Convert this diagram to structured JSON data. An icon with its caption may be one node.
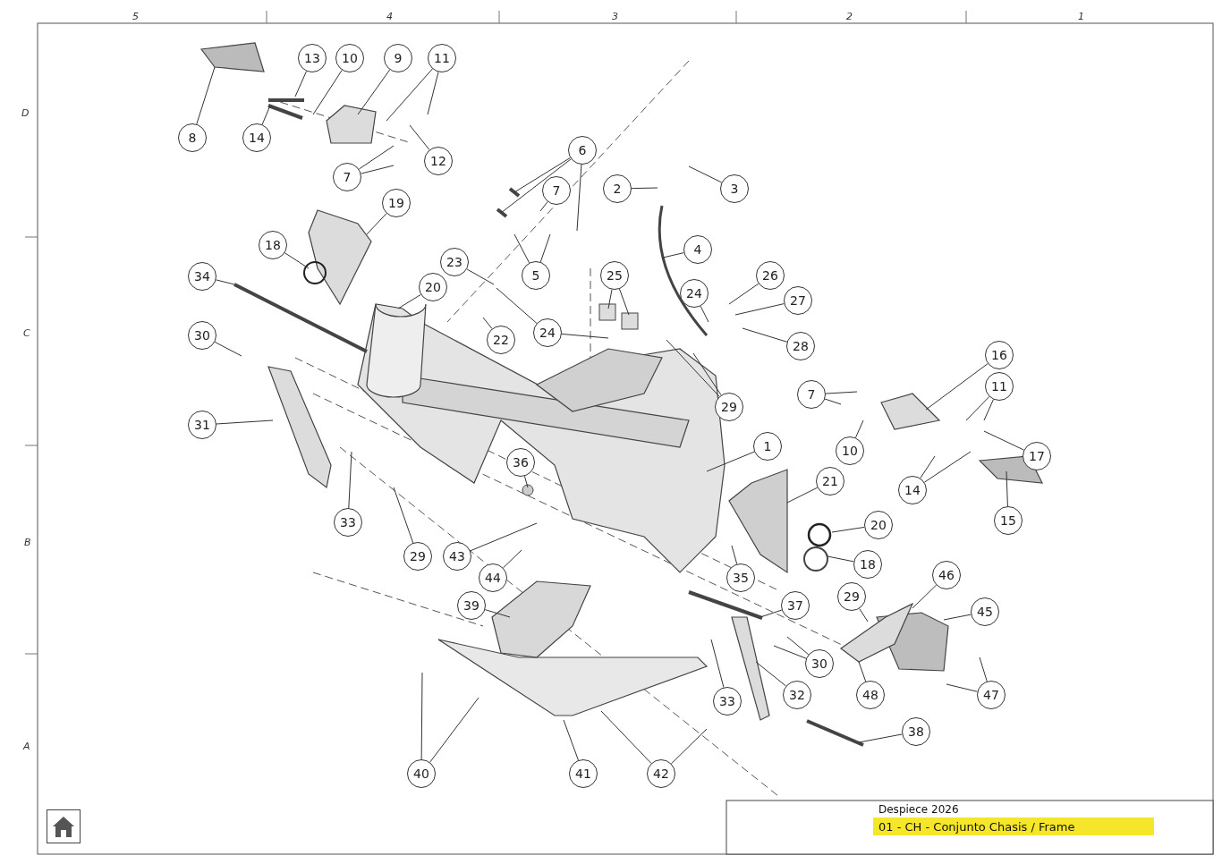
{
  "diagram": {
    "nodes": [
      {
        "text": [
          "13"
        ]
      },
      {
        "text": [
          "10"
        ]
      },
      {
        "text": [
          "9"
        ]
      },
      {
        "text": [
          "11"
        ]
      },
      {
        "text": [
          "8"
        ]
      },
      {
        "text": [
          "14"
        ]
      },
      {
        "text": [
          "12"
        ]
      },
      {
        "text": [
          "7"
        ]
      },
      {
        "text": [
          "6"
        ]
      },
      {
        "text": [
          "7"
        ]
      },
      {
        "text": [
          "2"
        ]
      },
      {
        "text": [
          "3"
        ]
      },
      {
        "text": [
          "19"
        ]
      },
      {
        "text": [
          "18"
        ]
      },
      {
        "text": [
          "4"
        ]
      },
      {
        "text": [
          "26"
        ]
      },
      {
        "text": [
          "23"
        ]
      },
      {
        "text": [
          "5"
        ]
      },
      {
        "text": [
          "25"
        ]
      },
      {
        "text": [
          "34"
        ]
      },
      {
        "text": [
          "20"
        ]
      },
      {
        "text": [
          "24"
        ]
      },
      {
        "text": [
          "27"
        ]
      },
      {
        "text": [
          "22"
        ]
      },
      {
        "text": [
          "24"
        ]
      },
      {
        "text": [
          "30"
        ]
      },
      {
        "text": [
          "28"
        ]
      },
      {
        "text": [
          "16"
        ]
      },
      {
        "text": [
          "7"
        ]
      },
      {
        "text": [
          "11"
        ]
      },
      {
        "text": [
          "29"
        ]
      },
      {
        "text": [
          "31"
        ]
      },
      {
        "text": [
          "1"
        ]
      },
      {
        "text": [
          "10"
        ]
      },
      {
        "text": [
          "17"
        ]
      },
      {
        "text": [
          "36"
        ]
      },
      {
        "text": [
          "21"
        ]
      },
      {
        "text": [
          "14"
        ]
      },
      {
        "text": [
          "15"
        ]
      },
      {
        "text": [
          "33"
        ]
      },
      {
        "text": [
          "20"
        ]
      },
      {
        "text": [
          "29"
        ]
      },
      {
        "text": [
          "43"
        ]
      },
      {
        "text": [
          "18"
        ]
      },
      {
        "text": [
          "44"
        ]
      },
      {
        "text": [
          "35"
        ]
      },
      {
        "text": [
          "46"
        ]
      },
      {
        "text": [
          "29"
        ]
      },
      {
        "text": [
          "39"
        ]
      },
      {
        "text": [
          "37"
        ]
      },
      {
        "text": [
          "45"
        ]
      },
      {
        "text": [
          "30"
        ]
      },
      {
        "text": [
          "33"
        ]
      },
      {
        "text": [
          "32"
        ]
      },
      {
        "text": [
          "48"
        ]
      },
      {
        "text": [
          "47"
        ]
      },
      {
        "text": [
          "38"
        ]
      },
      {
        "text": [
          "40"
        ]
      },
      {
        "text": [
          "41"
        ]
      },
      {
        "text": [
          "42"
        ]
      }
    ],
    "edges": [
      {
        "from": 0,
        "to": null,
        "arrow": "none"
      },
      {
        "from": 1,
        "to": null,
        "arrow": "none"
      },
      {
        "from": 2,
        "to": null,
        "arrow": "none"
      },
      {
        "from": 3,
        "to": null,
        "arrow": "none"
      },
      {
        "from": 3,
        "to": null,
        "arrow": "none"
      },
      {
        "from": 4,
        "to": null,
        "arrow": "none"
      },
      {
        "from": 5,
        "to": null,
        "arrow": "none"
      },
      {
        "from": 6,
        "to": null,
        "arrow": "none"
      },
      {
        "from": 7,
        "to": null,
        "arrow": "none"
      },
      {
        "from": 7,
        "to": null,
        "arrow": "none"
      },
      {
        "from": 8,
        "to": null,
        "arrow": "none"
      },
      {
        "from": 8,
        "to": null,
        "arrow": "none"
      },
      {
        "from": 8,
        "to": null,
        "arrow": "none"
      },
      {
        "from": 9,
        "to": null,
        "arrow": "none"
      },
      {
        "from": 10,
        "to": null,
        "arrow": "none"
      },
      {
        "from": 11,
        "to": null,
        "arrow": "none"
      },
      {
        "from": 12,
        "to": null,
        "arrow": "none"
      },
      {
        "from": 13,
        "to": null,
        "arrow": "none"
      },
      {
        "from": 14,
        "to": null,
        "arrow": "none"
      },
      {
        "from": 15,
        "to": null,
        "arrow": "none"
      },
      {
        "from": 16,
        "to": null,
        "arrow": "none"
      },
      {
        "from": 17,
        "to": null,
        "arrow": "none"
      },
      {
        "from": 17,
        "to": null,
        "arrow": "none"
      },
      {
        "from": 18,
        "to": null,
        "arrow": "none"
      },
      {
        "from": 18,
        "to": null,
        "arrow": "none"
      },
      {
        "from": 19,
        "to": null,
        "arrow": "none"
      },
      {
        "from": 20,
        "to": null,
        "arrow": "none"
      },
      {
        "from": 21,
        "to": null,
        "arrow": "none"
      },
      {
        "from": 22,
        "to": null,
        "arrow": "none"
      },
      {
        "from": 23,
        "to": null,
        "arrow": "none"
      },
      {
        "from": 24,
        "to": null,
        "arrow": "none"
      },
      {
        "from": 24,
        "to": null,
        "arrow": "none"
      },
      {
        "from": 25,
        "to": null,
        "arrow": "none"
      },
      {
        "from": 26,
        "to": null,
        "arrow": "none"
      },
      {
        "from": 27,
        "to": null,
        "arrow": "none"
      },
      {
        "from": 28,
        "to": null,
        "arrow": "none"
      },
      {
        "from": 28,
        "to": null,
        "arrow": "none"
      },
      {
        "from": 29,
        "to": null,
        "arrow": "none"
      },
      {
        "from": 29,
        "to": null,
        "arrow": "none"
      },
      {
        "from": 30,
        "to": null,
        "arrow": "none"
      },
      {
        "from": 30,
        "to": null,
        "arrow": "none"
      },
      {
        "from": 31,
        "to": null,
        "arrow": "none"
      },
      {
        "from": 32,
        "to": null,
        "arrow": "none"
      },
      {
        "from": 33,
        "to": null,
        "arrow": "none"
      },
      {
        "from": 34,
        "to": null,
        "arrow": "none"
      },
      {
        "from": 35,
        "to": null,
        "arrow": "none"
      },
      {
        "from": 36,
        "to": null,
        "arrow": "none"
      },
      {
        "from": 37,
        "to": null,
        "arrow": "none"
      },
      {
        "from": 37,
        "to": null,
        "arrow": "none"
      },
      {
        "from": 38,
        "to": null,
        "arrow": "none"
      },
      {
        "from": 39,
        "to": null,
        "arrow": "none"
      },
      {
        "from": 40,
        "to": null,
        "arrow": "none"
      },
      {
        "from": 41,
        "to": null,
        "arrow": "none"
      },
      {
        "from": 42,
        "to": null,
        "arrow": "none"
      },
      {
        "from": 43,
        "to": null,
        "arrow": "none"
      },
      {
        "from": 44,
        "to": null,
        "arrow": "none"
      },
      {
        "from": 45,
        "to": null,
        "arrow": "none"
      },
      {
        "from": 46,
        "to": null,
        "arrow": "none"
      },
      {
        "from": 47,
        "to": null,
        "arrow": "none"
      },
      {
        "from": 48,
        "to": null,
        "arrow": "none"
      },
      {
        "from": 49,
        "to": null,
        "arrow": "none"
      },
      {
        "from": 50,
        "to": null,
        "arrow": "none"
      },
      {
        "from": 51,
        "to": null,
        "arrow": "none"
      },
      {
        "from": 51,
        "to": null,
        "arrow": "none"
      },
      {
        "from": 52,
        "to": null,
        "arrow": "none"
      },
      {
        "from": 53,
        "to": null,
        "arrow": "none"
      },
      {
        "from": 54,
        "to": null,
        "arrow": "none"
      },
      {
        "from": 55,
        "to": null,
        "arrow": "none"
      },
      {
        "from": 55,
        "to": null,
        "arrow": "none"
      },
      {
        "from": 56,
        "to": null,
        "arrow": "none"
      },
      {
        "from": 57,
        "to": null,
        "arrow": "none"
      },
      {
        "from": 57,
        "to": null,
        "arrow": "none"
      },
      {
        "from": 58,
        "to": null,
        "arrow": "none"
      },
      {
        "from": 59,
        "to": null,
        "arrow": "none"
      },
      {
        "from": 59,
        "to": null,
        "arrow": "none"
      }
    ],
    "labels": [
      "5",
      "4",
      "3",
      "2",
      "1",
      "D",
      "C",
      "B",
      "A",
      "Despiece 2026",
      "01 - CH - Conjunto Chasis / Frame"
    ]
  }
}
